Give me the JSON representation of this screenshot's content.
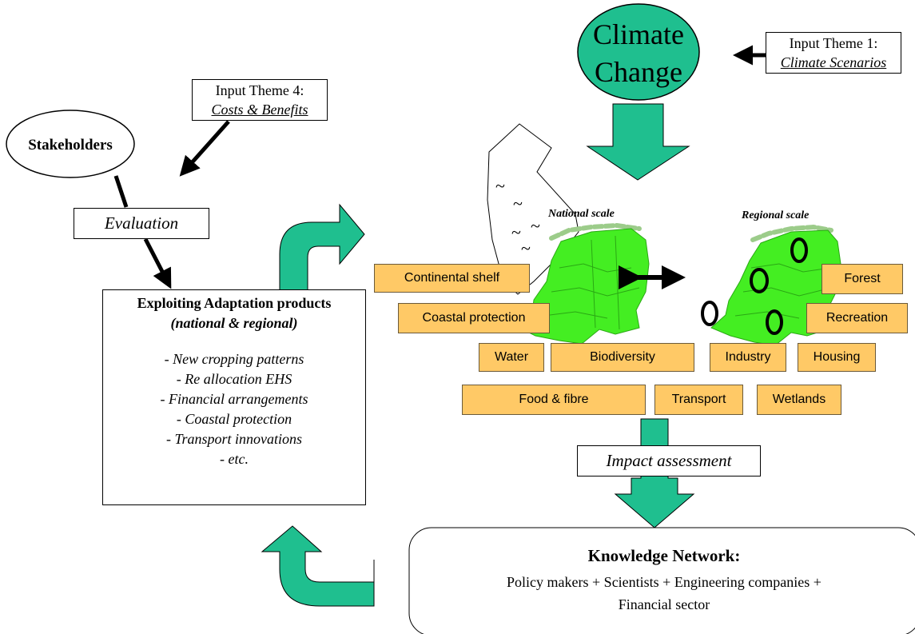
{
  "input_theme1": {
    "heading": "Input Theme 1:",
    "topic": "Climate Scenarios"
  },
  "input_theme4": {
    "heading": "Input Theme 4:",
    "topic": "Costs & Benefits"
  },
  "climate_change": {
    "line1": "Climate",
    "line2": "Change"
  },
  "stakeholders": "Stakeholders",
  "evaluation": "Evaluation",
  "adaptation": {
    "title": "Exploiting Adaptation products",
    "subtitle": "(national & regional)",
    "items": [
      "- New cropping patterns",
      "- Re allocation  EHS",
      "- Financial arrangements",
      "- Coastal protection",
      "- Transport innovations",
      "- etc."
    ]
  },
  "scales": {
    "national": "National scale",
    "regional": "Regional scale"
  },
  "sectors": {
    "continental_shelf": "Continental shelf",
    "coastal_protection": "Coastal protection",
    "water": "Water",
    "biodiversity": "Biodiversity",
    "food_fibre": "Food & fibre",
    "transport": "Transport",
    "industry": "Industry",
    "housing": "Housing",
    "wetlands": "Wetlands",
    "forest": "Forest",
    "recreation": "Recreation"
  },
  "impact_assessment": "Impact assessment",
  "knowledge_network": {
    "title": "Knowledge Network:",
    "line1": "Policy makers + Scientists + Engineering companies +",
    "line2": "Financial sector"
  },
  "colors": {
    "teal": "#1fbf8f",
    "sector_fill": "#ffc966",
    "map_green": "#44ee22"
  },
  "map_symbols": {
    "sea_wave": "~"
  }
}
